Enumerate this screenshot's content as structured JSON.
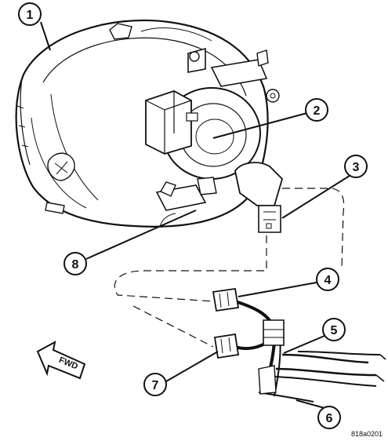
{
  "callouts": [
    {
      "id": "1",
      "label": "1"
    },
    {
      "id": "2",
      "label": "2"
    },
    {
      "id": "3",
      "label": "3"
    },
    {
      "id": "4",
      "label": "4"
    },
    {
      "id": "5",
      "label": "5"
    },
    {
      "id": "6",
      "label": "6"
    },
    {
      "id": "7",
      "label": "7"
    },
    {
      "id": "8",
      "label": "8"
    }
  ],
  "direction_label": "FWD",
  "figure_code": "818a0201",
  "colors": {
    "ink": "#111111",
    "paper": "#ffffff"
  }
}
